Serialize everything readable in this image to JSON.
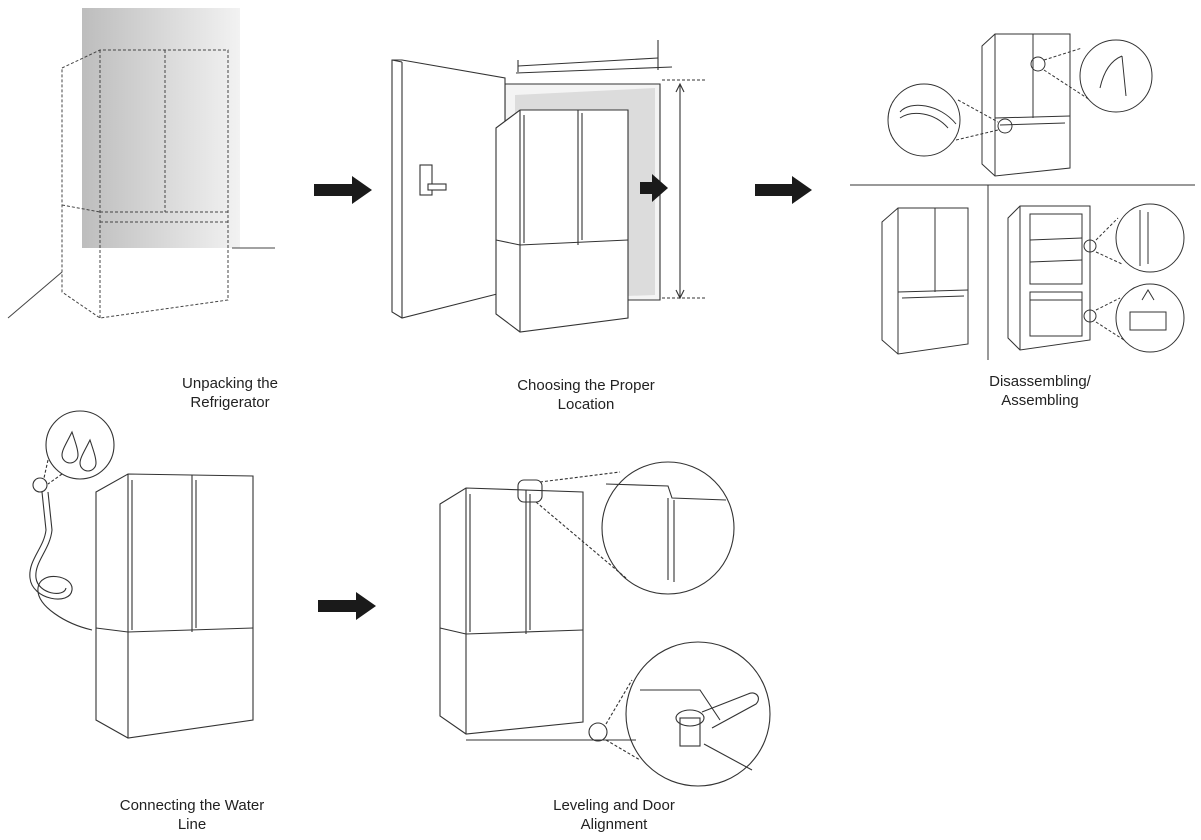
{
  "steps": [
    {
      "id": "unpacking",
      "caption_line1": "Unpacking the",
      "caption_line2": "Refrigerator"
    },
    {
      "id": "location",
      "caption_line1": "Choosing the Proper",
      "caption_line2": "Location"
    },
    {
      "id": "assembling",
      "caption_line1": "Disassembling/",
      "caption_line2": "Assembling"
    },
    {
      "id": "water",
      "caption_line1": "Connecting the Water",
      "caption_line2": "Line"
    },
    {
      "id": "leveling",
      "caption_line1": "Leveling and Door",
      "caption_line2": "Alignment"
    }
  ],
  "colors": {
    "line": "#333333",
    "arrow": "#1a1a1a",
    "wall": "#d9d9d9",
    "caption": "#222222"
  },
  "icons": [
    "refrigerator-icon",
    "arrow-right-icon",
    "door-icon",
    "magnifier-callout-icon",
    "water-drops-icon",
    "hose-icon",
    "wrench-icon"
  ]
}
